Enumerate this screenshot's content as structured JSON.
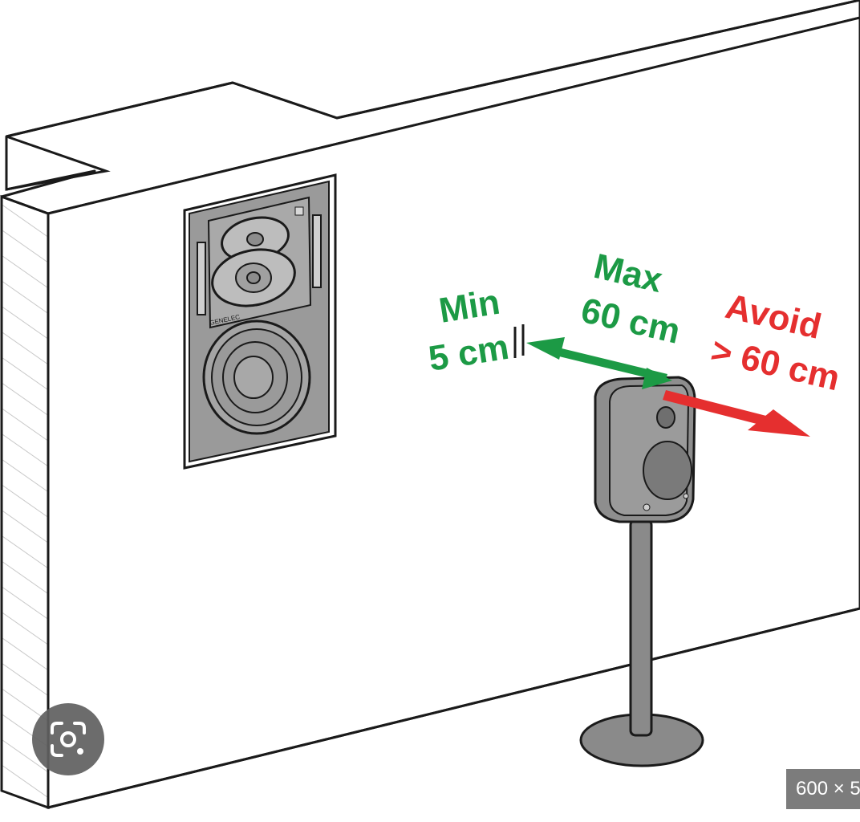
{
  "labels": {
    "min_line1": "Min",
    "min_line2": "5 cm",
    "max_line1": "Max",
    "max_line2": "60 cm",
    "avoid_line1": "Avoid",
    "avoid_line2": "> 60 cm"
  },
  "brand_text": "GENELEC",
  "image_size_badge": "600 × 5",
  "icons": {
    "lens": "visual-search-icon"
  },
  "colors": {
    "green": "#1c9a45",
    "red": "#e52f2f",
    "line": "#1a1a1a",
    "speaker_gray": "#8e8e8e",
    "speaker_dark": "#6f6f6f"
  }
}
